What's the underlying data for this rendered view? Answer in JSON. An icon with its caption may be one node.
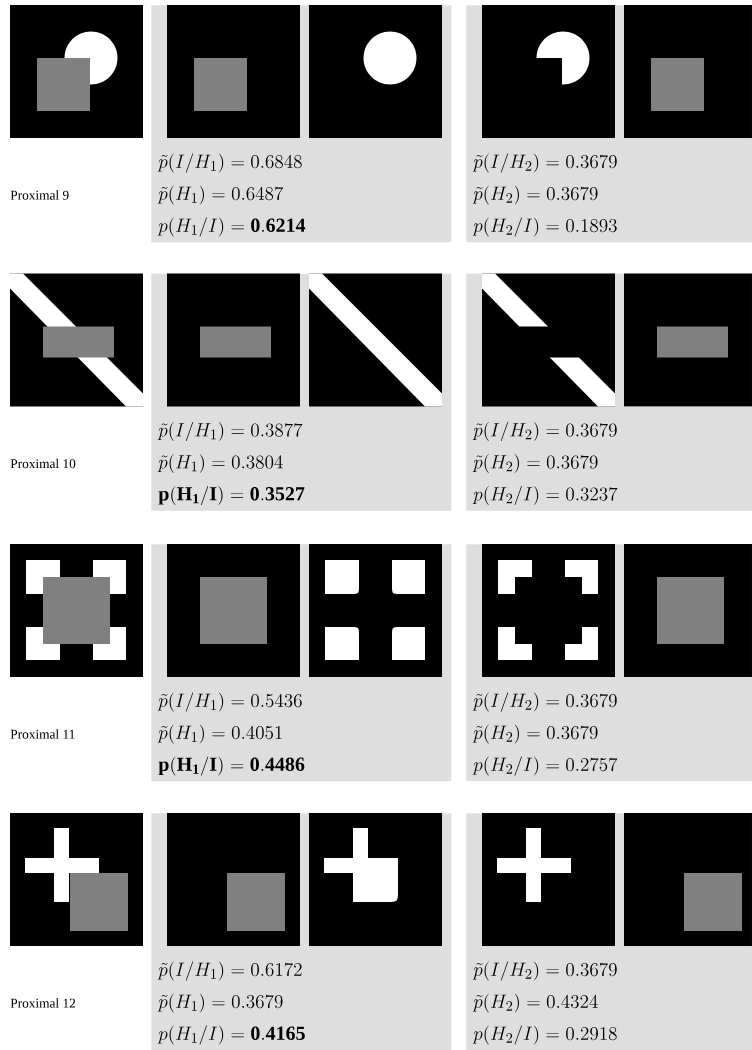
{
  "diagram": {
    "nodes": [
      {
        "text": [
          "\\tilde{p}(I/H_1) = 0.6848",
          "\\tilde{p}(H_1) = 0.6487",
          "p(H_1/I) = \\mathbf{0.6214}"
        ]
      },
      {
        "text": [
          "\\tilde{p}(I/H_2) = 0.3679",
          "\\tilde{p}(H_2) = 0.3679",
          "p(H_2/I) = 0.1893"
        ]
      },
      {
        "text": [
          "\\tilde{p}(I/H_1) = 0.3877",
          "\\tilde{p}(H_1) = 0.3804",
          "\\mathbf{p(H_1/I) = 0.3527}"
        ]
      },
      {
        "text": [
          "\\tilde{p}(I/H_2) = 0.3679",
          "\\tilde{p}(H_2) = 0.3679",
          "p(H_2/I) = 0.3237"
        ]
      },
      {
        "text": [
          "\\tilde{p}(I/H_1) = 0.5436",
          "\\tilde{p}(H_1) = 0.4051",
          "\\mathbf{p(H_1/I) = 0.4486}"
        ]
      },
      {
        "text": [
          "\\tilde{p}(I/H_2) = 0.3679",
          "\\tilde{p}(H_2) = 0.3679",
          "p(H_2/I) = 0.2757"
        ]
      },
      {
        "text": [
          "\\tilde{p}(I/H_1) = 0.6172",
          "\\tilde{p}(H_1) = 0.3679",
          "p(H_1/I) = \\mathbf{0.4165}"
        ]
      },
      {
        "text": [
          "\\tilde{p}(I/H_2) = 0.3679",
          "\\tilde{p}(H_2) = 0.4324",
          "p(H_2/I) = 0.2918"
        ]
      }
    ],
    "labels": [
      "Proximal 9",
      "Proximal 10",
      "Proximal 11",
      "Proximal 12"
    ]
  }
}
